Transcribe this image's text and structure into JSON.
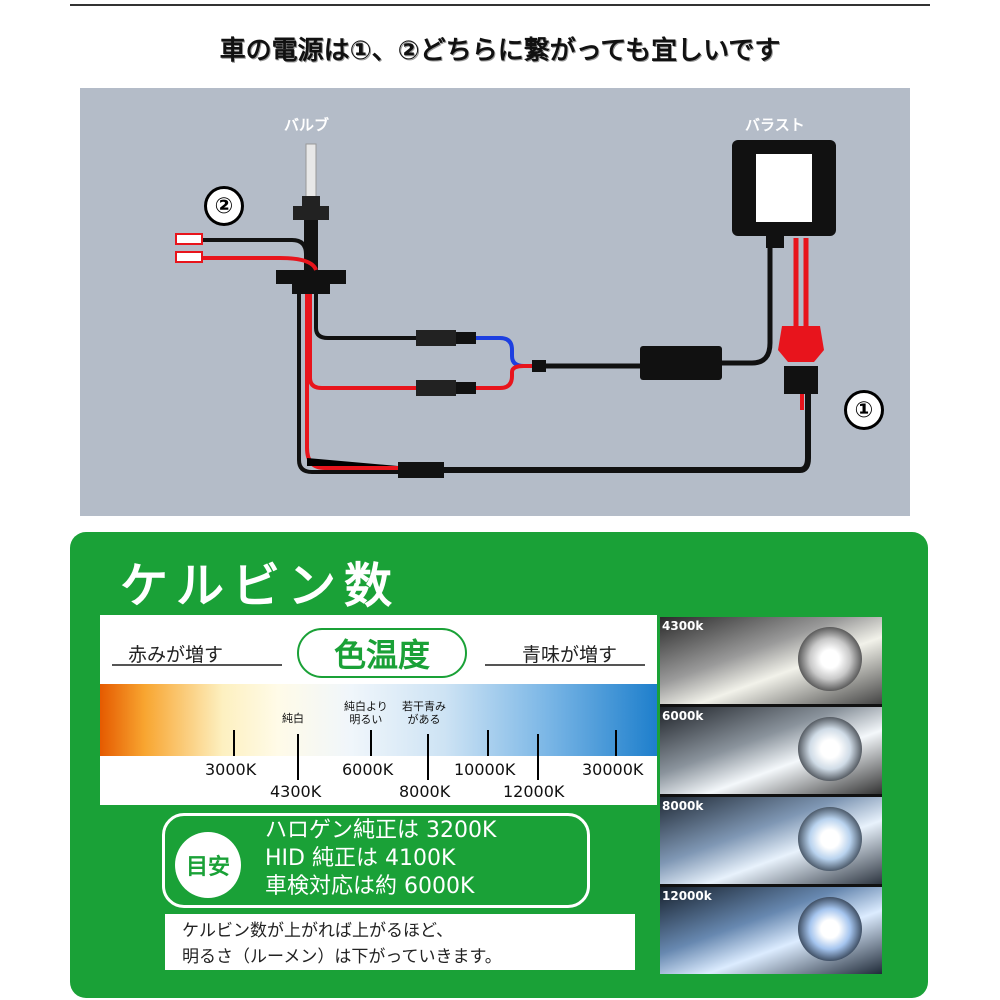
{
  "headline": "車の電源は①、②どちらに繋がっても宜しいです",
  "wiring": {
    "bulb_label": "バルブ",
    "ballast_label": "バラスト",
    "marker_1": "①",
    "marker_2": "②"
  },
  "kelvin": {
    "title": "ケルビン数",
    "center_label": "色温度",
    "left_label": "赤みが増す",
    "right_label": "青味が増す",
    "notes": [
      {
        "text": "純白",
        "line2": ""
      },
      {
        "text": "純白より",
        "line2": "明るい"
      },
      {
        "text": "若干青み",
        "line2": "がある"
      }
    ],
    "ticks_top": [
      "3000K",
      "6000K",
      "10000K",
      "30000K"
    ],
    "ticks_bottom": [
      "4300K",
      "8000K",
      "12000K"
    ]
  },
  "photos": [
    {
      "label": "4300k"
    },
    {
      "label": "6000k"
    },
    {
      "label": "8000k"
    },
    {
      "label": "12000k"
    }
  ],
  "guide": {
    "badge": "目安",
    "lines": [
      "ハロゲン純正は 3200K",
      "HID 純正は 4100K",
      "車検対応は約 6000K"
    ]
  },
  "footnote": {
    "line1": "ケルビン数が上がれば上がるほど、",
    "line2": "明るさ（ルーメン）は下がっていきます。"
  },
  "colors": {
    "green": "#1aa137",
    "wire_red": "#e8141c",
    "wire_black": "#111111",
    "wire_blue": "#1d3fe0",
    "panel_bg": "#b4bcc8"
  }
}
